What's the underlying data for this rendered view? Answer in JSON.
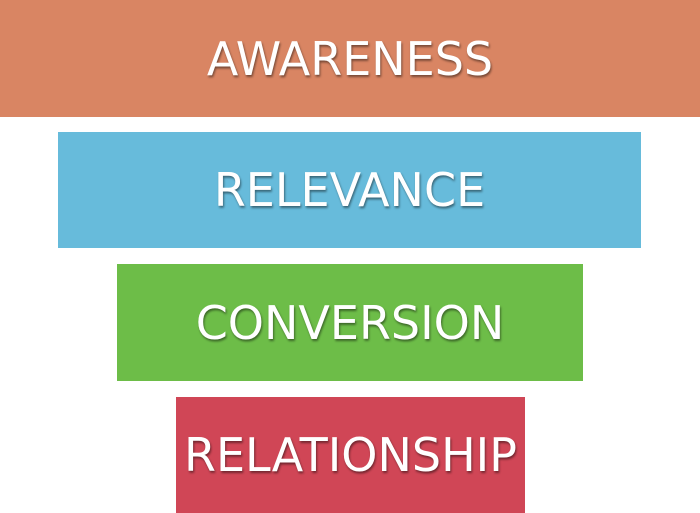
{
  "funnel": {
    "tiers": [
      {
        "label": "AWARENESS",
        "color": "#d98563"
      },
      {
        "label": "RELEVANCE",
        "color": "#67bbdb"
      },
      {
        "label": "CONVERSION",
        "color": "#6dbd48"
      },
      {
        "label": "RELATIONSHIP",
        "color": "#d04656"
      }
    ]
  }
}
